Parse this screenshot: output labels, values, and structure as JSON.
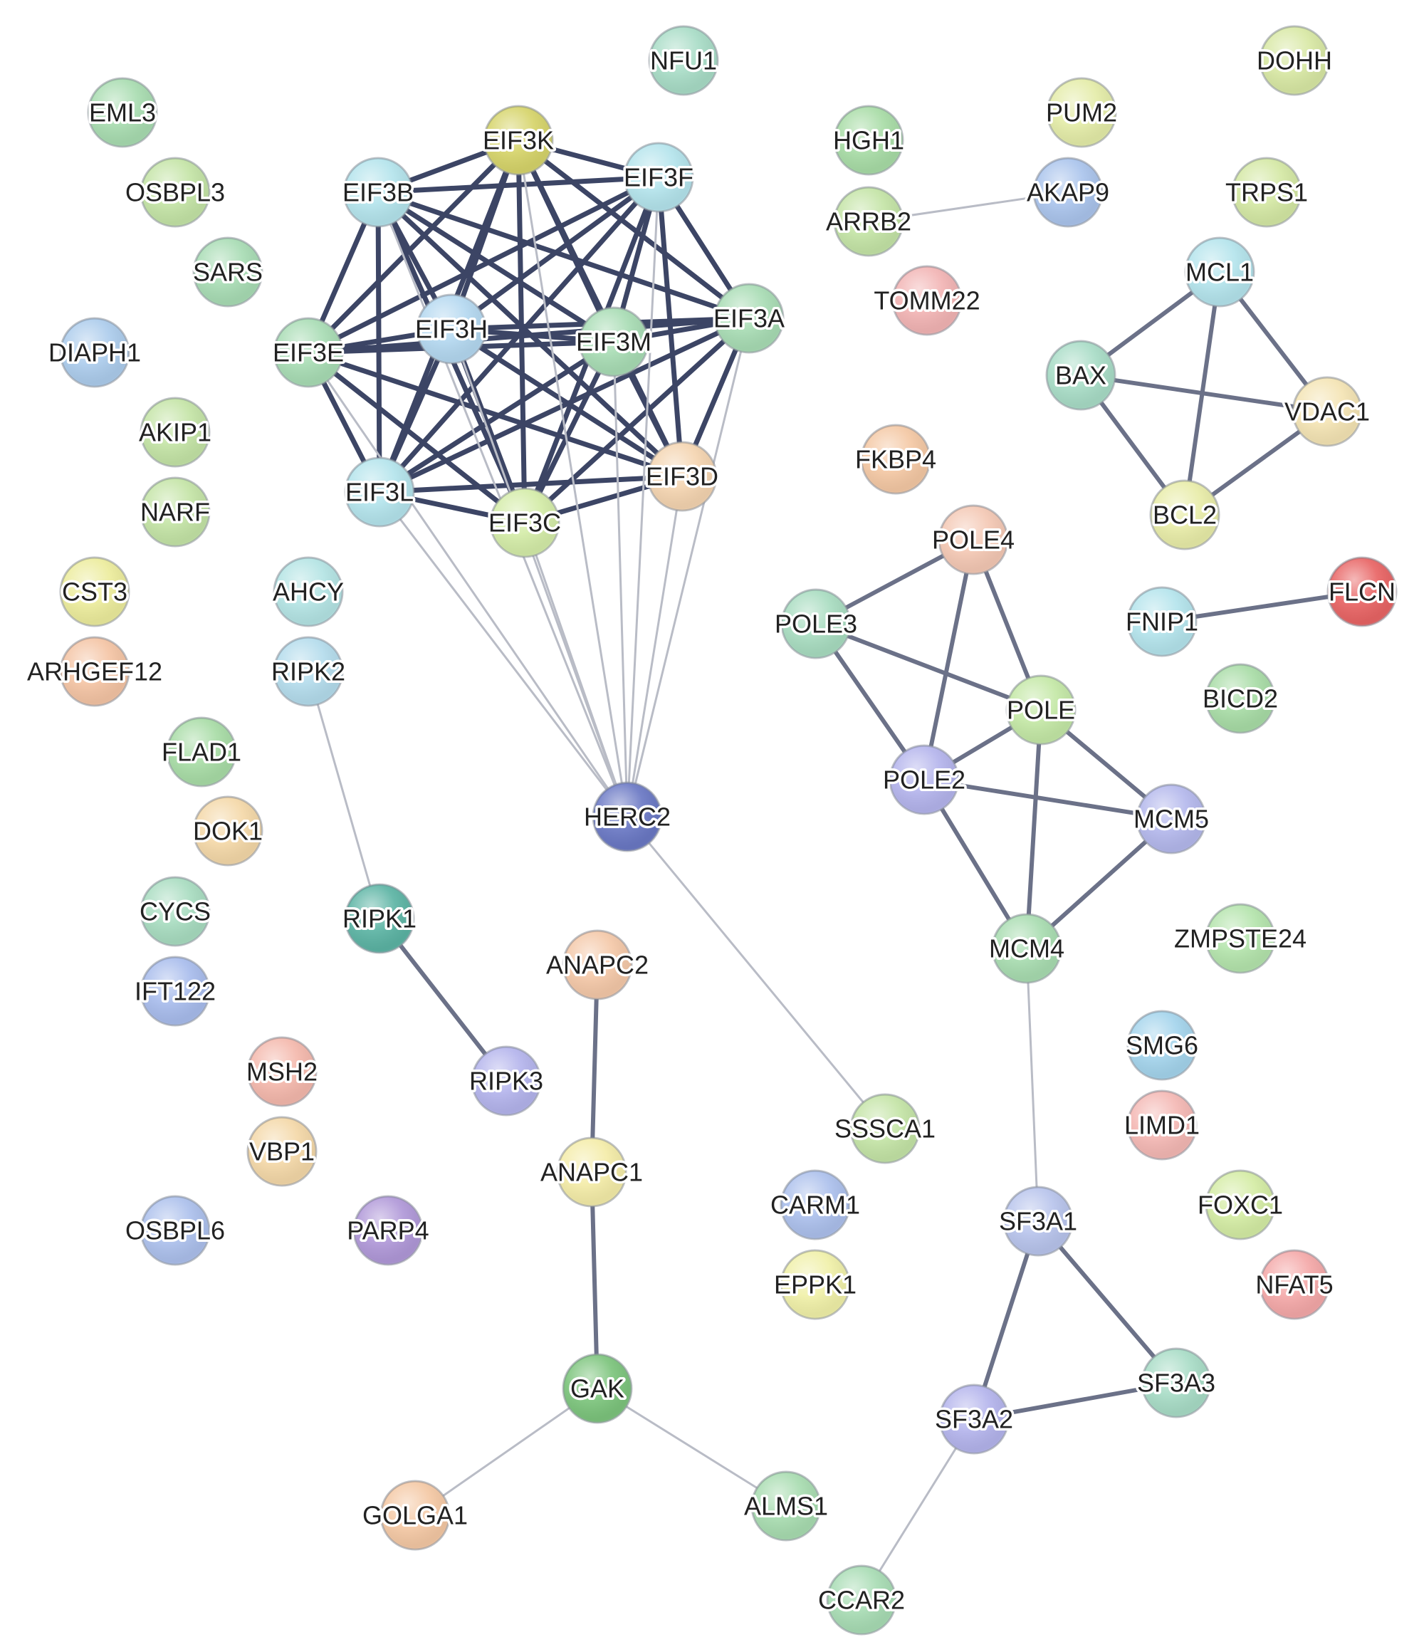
{
  "diagram": {
    "type": "protein-interaction-network",
    "nodes": [
      {
        "id": "NFU1",
        "label": "NFU1",
        "color": "#a8dcc6"
      },
      {
        "id": "DOHH",
        "label": "DOHH",
        "color": "#d8e8a4"
      },
      {
        "id": "EML3",
        "label": "EML3",
        "color": "#a8dcb0"
      },
      {
        "id": "PUM2",
        "label": "PUM2",
        "color": "#e4eca8"
      },
      {
        "id": "EIF3K",
        "label": "EIF3K",
        "color": "#d6d46a"
      },
      {
        "id": "HGH1",
        "label": "HGH1",
        "color": "#a8dca6"
      },
      {
        "id": "OSBPL3",
        "label": "OSBPL3",
        "color": "#c4e4a6"
      },
      {
        "id": "EIF3B",
        "label": "EIF3B",
        "color": "#b4e4ec"
      },
      {
        "id": "EIF3F",
        "label": "EIF3F",
        "color": "#b4e4ec"
      },
      {
        "id": "ARRB2",
        "label": "ARRB2",
        "color": "#c4e4a6"
      },
      {
        "id": "AKAP9",
        "label": "AKAP9",
        "color": "#aac4ec"
      },
      {
        "id": "TRPS1",
        "label": "TRPS1",
        "color": "#d4e8a4"
      },
      {
        "id": "SARS",
        "label": "SARS",
        "color": "#a8dcb4"
      },
      {
        "id": "MCL1",
        "label": "MCL1",
        "color": "#b4e4ec"
      },
      {
        "id": "TOMM22",
        "label": "TOMM22",
        "color": "#f2b4b4"
      },
      {
        "id": "EIF3H",
        "label": "EIF3H",
        "color": "#b4d8f0"
      },
      {
        "id": "EIF3A",
        "label": "EIF3A",
        "color": "#a8dcb4"
      },
      {
        "id": "EIF3M",
        "label": "EIF3M",
        "color": "#a8dcb4"
      },
      {
        "id": "DIAPH1",
        "label": "DIAPH1",
        "color": "#acccec"
      },
      {
        "id": "EIF3E",
        "label": "EIF3E",
        "color": "#a8dcb4"
      },
      {
        "id": "BAX",
        "label": "BAX",
        "color": "#a8dcc6"
      },
      {
        "id": "VDAC1",
        "label": "VDAC1",
        "color": "#f4e4b4"
      },
      {
        "id": "AKIP1",
        "label": "AKIP1",
        "color": "#c4e4a6"
      },
      {
        "id": "FKBP4",
        "label": "FKBP4",
        "color": "#f4c8a4"
      },
      {
        "id": "EIF3D",
        "label": "EIF3D",
        "color": "#f4d4b0"
      },
      {
        "id": "EIF3L",
        "label": "EIF3L",
        "color": "#b4e4ec"
      },
      {
        "id": "NARF",
        "label": "NARF",
        "color": "#c4e4a6"
      },
      {
        "id": "EIF3C",
        "label": "EIF3C",
        "color": "#d4eca8"
      },
      {
        "id": "BCL2",
        "label": "BCL2",
        "color": "#e8eca8"
      },
      {
        "id": "POLE4",
        "label": "POLE4",
        "color": "#f4c8b4"
      },
      {
        "id": "CST3",
        "label": "CST3",
        "color": "#ecec9c"
      },
      {
        "id": "AHCY",
        "label": "AHCY",
        "color": "#b4e4e4"
      },
      {
        "id": "FLCN",
        "label": "FLCN",
        "color": "#e86464"
      },
      {
        "id": "FNIP1",
        "label": "FNIP1",
        "color": "#b4e4ec"
      },
      {
        "id": "POLE3",
        "label": "POLE3",
        "color": "#a8dcc0"
      },
      {
        "id": "ARHGEF12",
        "label": "ARHGEF12",
        "color": "#f4c4a4"
      },
      {
        "id": "RIPK2",
        "label": "RIPK2",
        "color": "#b4dcec"
      },
      {
        "id": "BICD2",
        "label": "BICD2",
        "color": "#a8dca6"
      },
      {
        "id": "POLE",
        "label": "POLE",
        "color": "#c4e8a6"
      },
      {
        "id": "FLAD1",
        "label": "FLAD1",
        "color": "#a8dca6"
      },
      {
        "id": "POLE2",
        "label": "POLE2",
        "color": "#b4b4ec"
      },
      {
        "id": "HERC2",
        "label": "HERC2",
        "color": "#6a78c4"
      },
      {
        "id": "MCM5",
        "label": "MCM5",
        "color": "#b4b8ec"
      },
      {
        "id": "DOK1",
        "label": "DOK1",
        "color": "#f4d8a8"
      },
      {
        "id": "CYCS",
        "label": "CYCS",
        "color": "#a8dcc0"
      },
      {
        "id": "RIPK1",
        "label": "RIPK1",
        "color": "#5cb4a4"
      },
      {
        "id": "ZMPSTE24",
        "label": "ZMPSTE24",
        "color": "#b4e4ac"
      },
      {
        "id": "MCM4",
        "label": "MCM4",
        "color": "#a8dcb0"
      },
      {
        "id": "ANAPC2",
        "label": "ANAPC2",
        "color": "#f4c8a8"
      },
      {
        "id": "IFT122",
        "label": "IFT122",
        "color": "#a8bcec"
      },
      {
        "id": "SMG6",
        "label": "SMG6",
        "color": "#a4d4ec"
      },
      {
        "id": "MSH2",
        "label": "MSH2",
        "color": "#f4b8ac"
      },
      {
        "id": "RIPK3",
        "label": "RIPK3",
        "color": "#b4b4ec"
      },
      {
        "id": "LIMD1",
        "label": "LIMD1",
        "color": "#f4b8b4"
      },
      {
        "id": "SSSCA1",
        "label": "SSSCA1",
        "color": "#c4e4a6"
      },
      {
        "id": "VBP1",
        "label": "VBP1",
        "color": "#f4d8a8"
      },
      {
        "id": "ANAPC1",
        "label": "ANAPC1",
        "color": "#f4eca8"
      },
      {
        "id": "CARM1",
        "label": "CARM1",
        "color": "#acc0ec"
      },
      {
        "id": "FOXC1",
        "label": "FOXC1",
        "color": "#d4eca4"
      },
      {
        "id": "SF3A1",
        "label": "SF3A1",
        "color": "#b8c4ec"
      },
      {
        "id": "OSBPL6",
        "label": "OSBPL6",
        "color": "#acc0ec"
      },
      {
        "id": "PARP4",
        "label": "PARP4",
        "color": "#b098d8"
      },
      {
        "id": "EPPK1",
        "label": "EPPK1",
        "color": "#f0f0a8"
      },
      {
        "id": "NFAT5",
        "label": "NFAT5",
        "color": "#f4a8a8"
      },
      {
        "id": "GAK",
        "label": "GAK",
        "color": "#7cc47c"
      },
      {
        "id": "SF3A3",
        "label": "SF3A3",
        "color": "#a8dcc6"
      },
      {
        "id": "SF3A2",
        "label": "SF3A2",
        "color": "#b4b4ec"
      },
      {
        "id": "ALMS1",
        "label": "ALMS1",
        "color": "#a8dcb0"
      },
      {
        "id": "GOLGA1",
        "label": "GOLGA1",
        "color": "#f4c8a4"
      },
      {
        "id": "CCAR2",
        "label": "CCAR2",
        "color": "#a8dcb4"
      }
    ],
    "edges": [
      {
        "s": "EIF3K",
        "t": "EIF3B",
        "w": 3
      },
      {
        "s": "EIF3K",
        "t": "EIF3F",
        "w": 3
      },
      {
        "s": "EIF3K",
        "t": "EIF3E",
        "w": 3
      },
      {
        "s": "EIF3K",
        "t": "EIF3H",
        "w": 3
      },
      {
        "s": "EIF3K",
        "t": "EIF3M",
        "w": 3
      },
      {
        "s": "EIF3K",
        "t": "EIF3A",
        "w": 3
      },
      {
        "s": "EIF3K",
        "t": "EIF3D",
        "w": 3
      },
      {
        "s": "EIF3K",
        "t": "EIF3L",
        "w": 3
      },
      {
        "s": "EIF3K",
        "t": "EIF3C",
        "w": 3
      },
      {
        "s": "EIF3B",
        "t": "EIF3F",
        "w": 3
      },
      {
        "s": "EIF3B",
        "t": "EIF3E",
        "w": 3
      },
      {
        "s": "EIF3B",
        "t": "EIF3H",
        "w": 3
      },
      {
        "s": "EIF3B",
        "t": "EIF3M",
        "w": 3
      },
      {
        "s": "EIF3B",
        "t": "EIF3A",
        "w": 3
      },
      {
        "s": "EIF3B",
        "t": "EIF3D",
        "w": 3
      },
      {
        "s": "EIF3B",
        "t": "EIF3L",
        "w": 3
      },
      {
        "s": "EIF3B",
        "t": "EIF3C",
        "w": 3
      },
      {
        "s": "EIF3F",
        "t": "EIF3E",
        "w": 3
      },
      {
        "s": "EIF3F",
        "t": "EIF3H",
        "w": 3
      },
      {
        "s": "EIF3F",
        "t": "EIF3M",
        "w": 3
      },
      {
        "s": "EIF3F",
        "t": "EIF3A",
        "w": 3
      },
      {
        "s": "EIF3F",
        "t": "EIF3D",
        "w": 3
      },
      {
        "s": "EIF3F",
        "t": "EIF3L",
        "w": 3
      },
      {
        "s": "EIF3F",
        "t": "EIF3C",
        "w": 3
      },
      {
        "s": "EIF3E",
        "t": "EIF3H",
        "w": 3
      },
      {
        "s": "EIF3E",
        "t": "EIF3M",
        "w": 3
      },
      {
        "s": "EIF3E",
        "t": "EIF3A",
        "w": 3
      },
      {
        "s": "EIF3E",
        "t": "EIF3D",
        "w": 3
      },
      {
        "s": "EIF3E",
        "t": "EIF3L",
        "w": 3
      },
      {
        "s": "EIF3E",
        "t": "EIF3C",
        "w": 3
      },
      {
        "s": "EIF3H",
        "t": "EIF3M",
        "w": 3
      },
      {
        "s": "EIF3H",
        "t": "EIF3A",
        "w": 3
      },
      {
        "s": "EIF3H",
        "t": "EIF3D",
        "w": 3
      },
      {
        "s": "EIF3H",
        "t": "EIF3L",
        "w": 3
      },
      {
        "s": "EIF3H",
        "t": "EIF3C",
        "w": 3
      },
      {
        "s": "EIF3M",
        "t": "EIF3A",
        "w": 3
      },
      {
        "s": "EIF3M",
        "t": "EIF3D",
        "w": 3
      },
      {
        "s": "EIF3M",
        "t": "EIF3L",
        "w": 3
      },
      {
        "s": "EIF3M",
        "t": "EIF3C",
        "w": 3
      },
      {
        "s": "EIF3A",
        "t": "EIF3D",
        "w": 3
      },
      {
        "s": "EIF3A",
        "t": "EIF3L",
        "w": 3
      },
      {
        "s": "EIF3A",
        "t": "EIF3C",
        "w": 3
      },
      {
        "s": "EIF3D",
        "t": "EIF3L",
        "w": 3
      },
      {
        "s": "EIF3D",
        "t": "EIF3C",
        "w": 3
      },
      {
        "s": "EIF3L",
        "t": "EIF3C",
        "w": 3
      },
      {
        "s": "HERC2",
        "t": "EIF3K",
        "w": 1
      },
      {
        "s": "HERC2",
        "t": "EIF3B",
        "w": 1
      },
      {
        "s": "HERC2",
        "t": "EIF3F",
        "w": 1
      },
      {
        "s": "HERC2",
        "t": "EIF3E",
        "w": 1
      },
      {
        "s": "HERC2",
        "t": "EIF3H",
        "w": 1
      },
      {
        "s": "HERC2",
        "t": "EIF3M",
        "w": 1
      },
      {
        "s": "HERC2",
        "t": "EIF3A",
        "w": 1
      },
      {
        "s": "HERC2",
        "t": "EIF3D",
        "w": 1
      },
      {
        "s": "HERC2",
        "t": "EIF3L",
        "w": 1
      },
      {
        "s": "HERC2",
        "t": "EIF3C",
        "w": 1
      },
      {
        "s": "HERC2",
        "t": "SSSCA1",
        "w": 1
      },
      {
        "s": "ARRB2",
        "t": "AKAP9",
        "w": 1
      },
      {
        "s": "MCL1",
        "t": "BAX",
        "w": 2
      },
      {
        "s": "MCL1",
        "t": "VDAC1",
        "w": 2
      },
      {
        "s": "MCL1",
        "t": "BCL2",
        "w": 2
      },
      {
        "s": "BAX",
        "t": "VDAC1",
        "w": 2
      },
      {
        "s": "BAX",
        "t": "BCL2",
        "w": 2
      },
      {
        "s": "VDAC1",
        "t": "BCL2",
        "w": 2
      },
      {
        "s": "FNIP1",
        "t": "FLCN",
        "w": 2
      },
      {
        "s": "POLE4",
        "t": "POLE3",
        "w": 2
      },
      {
        "s": "POLE4",
        "t": "POLE",
        "w": 2
      },
      {
        "s": "POLE4",
        "t": "POLE2",
        "w": 2
      },
      {
        "s": "POLE3",
        "t": "POLE",
        "w": 2
      },
      {
        "s": "POLE3",
        "t": "POLE2",
        "w": 2
      },
      {
        "s": "POLE",
        "t": "POLE2",
        "w": 2
      },
      {
        "s": "POLE",
        "t": "MCM5",
        "w": 2
      },
      {
        "s": "POLE",
        "t": "MCM4",
        "w": 2
      },
      {
        "s": "POLE2",
        "t": "MCM5",
        "w": 2
      },
      {
        "s": "POLE2",
        "t": "MCM4",
        "w": 2
      },
      {
        "s": "MCM5",
        "t": "MCM4",
        "w": 2
      },
      {
        "s": "MCM4",
        "t": "SF3A1",
        "w": 1
      },
      {
        "s": "RIPK2",
        "t": "RIPK1",
        "w": 1
      },
      {
        "s": "RIPK1",
        "t": "RIPK3",
        "w": 2
      },
      {
        "s": "ANAPC2",
        "t": "ANAPC1",
        "w": 2
      },
      {
        "s": "ANAPC1",
        "t": "GAK",
        "w": 2
      },
      {
        "s": "GAK",
        "t": "GOLGA1",
        "w": 1
      },
      {
        "s": "GAK",
        "t": "ALMS1",
        "w": 1
      },
      {
        "s": "SF3A1",
        "t": "SF3A2",
        "w": 2
      },
      {
        "s": "SF3A1",
        "t": "SF3A3",
        "w": 2
      },
      {
        "s": "SF3A2",
        "t": "SF3A3",
        "w": 2
      },
      {
        "s": "SF3A2",
        "t": "CCAR2",
        "w": 1
      }
    ]
  }
}
